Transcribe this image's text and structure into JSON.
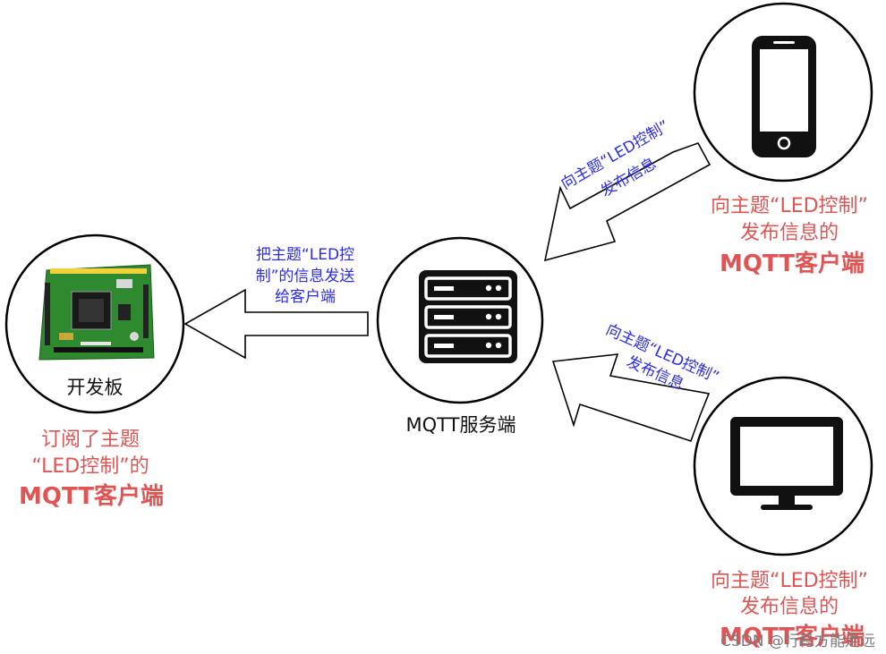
{
  "nodes": {
    "board": {
      "label": "开发板"
    },
    "server": {
      "label": "MQTT服务端"
    }
  },
  "arrows": {
    "server_to_board": {
      "line1": "把主题“LED控",
      "line2": "制”的信息发送",
      "line3": "给客户端"
    },
    "phone_to_server": {
      "line1": "向主题“LED控制”",
      "line2": "发布信息"
    },
    "monitor_to_server": {
      "line1": "向主题“LED控制”",
      "line2": "发布信息"
    }
  },
  "captions": {
    "board": {
      "line1": "订阅了主题",
      "line2": "“LED控制”的",
      "line3": "MQTT客户端"
    },
    "phone": {
      "line1": "向主题“LED控制”",
      "line2": "发布信息的",
      "line3": "MQTT客户端"
    },
    "monitor": {
      "line1": "向主题“LED控制”",
      "line2": "发布信息的",
      "line3": "MQTT客户端"
    }
  },
  "watermark": "CSDN @行稳方能走远",
  "colors": {
    "caption": "#e05454",
    "arrow_text": "#2a2af0",
    "outline": "#000000"
  },
  "icons": [
    "circuit-board-icon",
    "server-rack-icon",
    "smartphone-icon",
    "monitor-icon"
  ]
}
